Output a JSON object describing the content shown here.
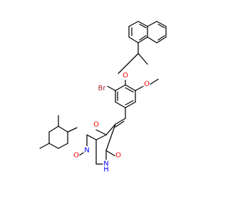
{
  "colors": {
    "bond": "#000000",
    "carbon": "#000000",
    "oxygen": "#ff0000",
    "nitrogen": "#0000ff",
    "bromine": "#a52a2a"
  },
  "atoms": [
    {
      "id": "o_ether_naph",
      "text": "O",
      "element": "oxygen"
    },
    {
      "id": "o_methoxy",
      "text": "O",
      "element": "oxygen"
    },
    {
      "id": "br",
      "text": "Br",
      "element": "bromine"
    },
    {
      "id": "o_c6",
      "text": "O",
      "element": "oxygen"
    },
    {
      "id": "n1",
      "text": "N",
      "element": "nitrogen"
    },
    {
      "id": "o_c2",
      "text": "O",
      "element": "oxygen"
    },
    {
      "id": "n3",
      "text": "N",
      "element": "nitrogen"
    },
    {
      "id": "h_n3",
      "text": "H",
      "element": "nitrogen"
    },
    {
      "id": "o_c4",
      "text": "O",
      "element": "oxygen"
    }
  ]
}
